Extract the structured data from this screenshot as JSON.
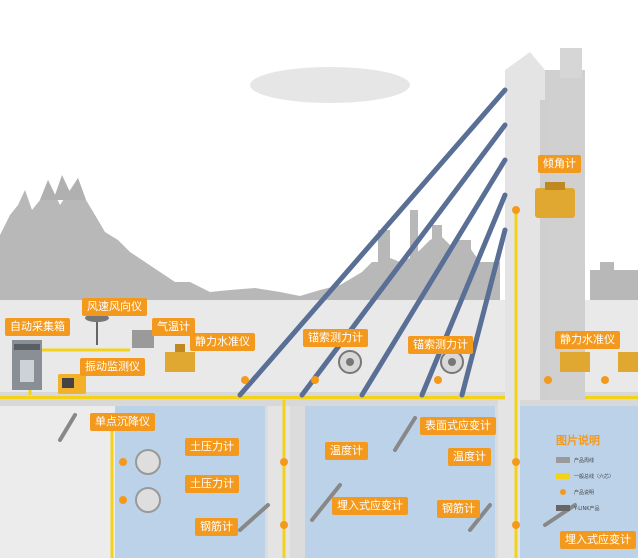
{
  "labels": {
    "auto_collector": "自动采集箱",
    "wind_meter": "风速风向仪",
    "barometer": "气温计",
    "vibration_monitor": "振动监测仪",
    "single_point_settlement": "单点沉降仪",
    "static_level_left": "静力水准仪",
    "static_level_right": "静力水准仪",
    "cable_force_left": "锚索测力计",
    "cable_force_right": "锚索测力计",
    "inclinometer": "倾角计",
    "earth_pressure_1": "土压力计",
    "earth_pressure_2": "土压力计",
    "rebar_meter_left": "钢筋计",
    "rebar_meter_right": "钢筋计",
    "thermometer_left": "温度计",
    "thermometer_right": "温度计",
    "embedded_strain_left": "埋入式应变计",
    "embedded_strain_right": "埋入式应变计",
    "surface_strain": "表面式应变计"
  },
  "legend": {
    "title": "图片说明",
    "items": [
      {
        "text": "产品周线",
        "color": "#9a9a9a"
      },
      {
        "text": "一般总线（六芯）",
        "color": "#f5d21a"
      },
      {
        "text": "产品说明",
        "color": "#f39a1e"
      },
      {
        "text": "Y-LINK产品",
        "color": "#666666"
      }
    ]
  },
  "colors": {
    "accent": "#f39a1e",
    "bus": "#f5d21a",
    "cable": "#5a6f96",
    "water": "#bcd2e8",
    "tower": "#e4e4e4",
    "skyline": "#b5b5b5"
  }
}
